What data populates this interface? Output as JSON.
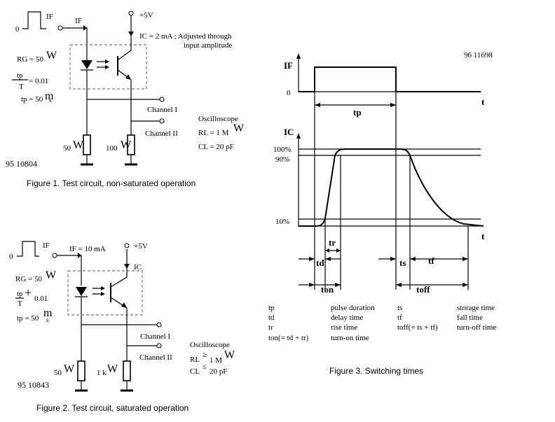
{
  "figure1": {
    "pulse_zero": "0",
    "if_top": "IF",
    "if_wire": "IF",
    "supply": "+5V",
    "ic_note_line1": "IC = 2 mA ; Adjusted through",
    "ic_note_line2": "input amplitude",
    "rg": "RG = 50",
    "tp_num": "tp",
    "t_den": "T",
    "ratio": "= 0.01",
    "tp_val": "tp = 50",
    "unit_m": "m",
    "unit_s": "s",
    "omega": "W",
    "channel1": "Channel I",
    "channel2": "Channel II",
    "osc": "Oscilloscope",
    "rl": "RL = 1 M",
    "cl": "CL = 20 pF",
    "r50": "50",
    "r100": "100",
    "code": "95 10804",
    "caption": "Figure 1. Test circuit, non-saturated operation"
  },
  "figure2": {
    "pulse_zero": "0",
    "if_top": "IF",
    "if_wire": "IF = 10 mA",
    "supply": "+5V",
    "ic_label": "IC",
    "rg": "RG = 50",
    "tp_num": "tp",
    "t_den": "T",
    "plus": "+",
    "ratio": "0.01",
    "tp_val": "tp = 50",
    "unit_m": "m",
    "unit_s": "s",
    "omega": "W",
    "channel1": "Channel I",
    "channel2": "Channel II",
    "osc": "Oscilloscope",
    "rl": "RL",
    "rl_val": "1 M",
    "cl": "CL",
    "cl_val": "20 pF",
    "ge": "≥",
    "le": "≤",
    "r50": "50",
    "r1k": "1 k",
    "code": "95 10843",
    "caption": "Figure 2. Test circuit, saturated operation"
  },
  "figure3": {
    "code": "96 11698",
    "if_axis": "IF",
    "ic_axis": "IC",
    "zero": "0",
    "t": "t",
    "tp": "tp",
    "p100": "100%",
    "p90": "90%",
    "p10": "10%",
    "tr": "tr",
    "td": "td",
    "ton": "ton",
    "ts": "ts",
    "tf": "tf",
    "toff": "toff",
    "caption": "Figure 3. Switching times",
    "legend": [
      {
        "sym": "tp",
        "desc": "pulse duration",
        "sym2": "ts",
        "desc2": "storage time"
      },
      {
        "sym": "td",
        "desc": "delay time",
        "sym2": "tf",
        "desc2": "fall time"
      },
      {
        "sym": "tr",
        "desc": "rise time",
        "sym2": "toff(= ts + tf)",
        "desc2": "turn-off time"
      },
      {
        "sym": "ton(= td + tr)",
        "desc": "turn-on time",
        "sym2": "",
        "desc2": ""
      }
    ]
  }
}
